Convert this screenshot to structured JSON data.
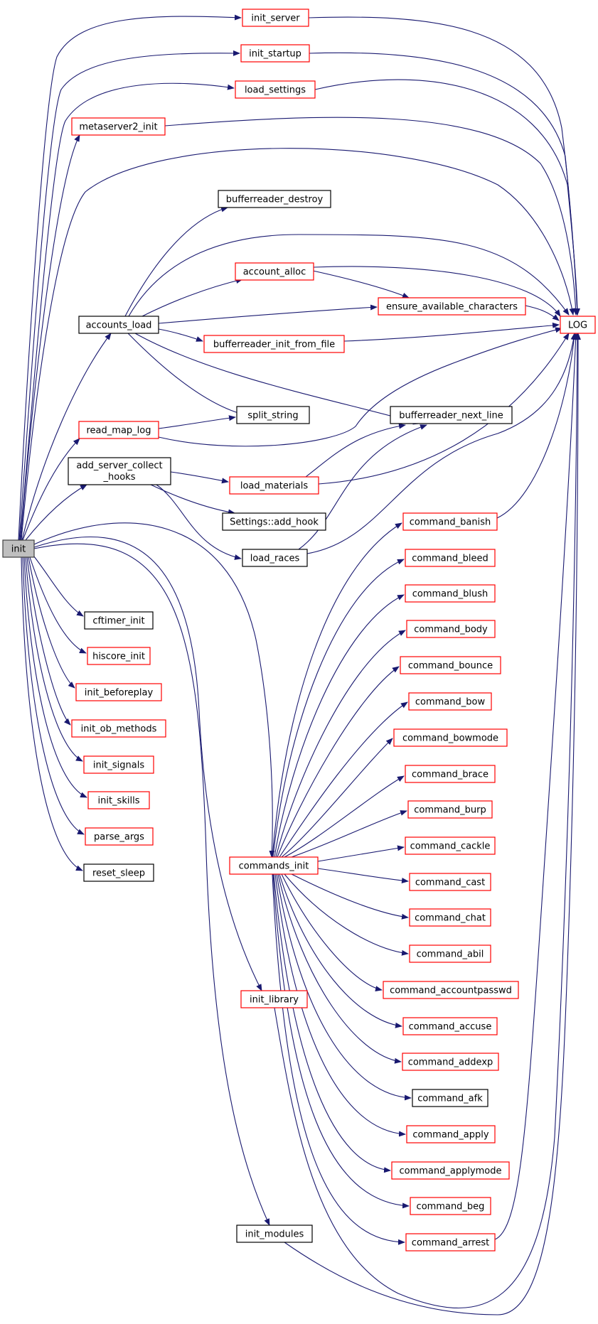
{
  "colors": {
    "edge": "#191970",
    "focus_border": "#404040",
    "focus_fill": "#bfbfbf",
    "documented_border": "#ff0000",
    "undocumented_border": "#000000",
    "node_fill": "#ffffff"
  },
  "nodes": [
    {
      "id": "init",
      "label": "init",
      "kind": "focus"
    },
    {
      "id": "init_server",
      "label": "init_server",
      "kind": "red"
    },
    {
      "id": "init_startup",
      "label": "init_startup",
      "kind": "red"
    },
    {
      "id": "load_settings",
      "label": "load_settings",
      "kind": "red"
    },
    {
      "id": "metaserver2_init",
      "label": "metaserver2_init",
      "kind": "red"
    },
    {
      "id": "bufferreader_destroy",
      "label": "bufferreader_destroy",
      "kind": "black"
    },
    {
      "id": "account_alloc",
      "label": "account_alloc",
      "kind": "red"
    },
    {
      "id": "ensure_available_characters",
      "label": "ensure_available_characters",
      "kind": "red"
    },
    {
      "id": "accounts_load",
      "label": "accounts_load",
      "kind": "black"
    },
    {
      "id": "LOG",
      "label": "LOG",
      "kind": "red"
    },
    {
      "id": "bufferreader_init_from_file",
      "label": "bufferreader_init_from_file",
      "kind": "red"
    },
    {
      "id": "split_string",
      "label": "split_string",
      "kind": "black"
    },
    {
      "id": "read_map_log",
      "label": "read_map_log",
      "kind": "red"
    },
    {
      "id": "bufferreader_next_line",
      "label": "bufferreader_next_line",
      "kind": "black"
    },
    {
      "id": "add_server_collect_hooks",
      "label": "add_server_collect",
      "label2": "_hooks",
      "kind": "black"
    },
    {
      "id": "load_materials",
      "label": "load_materials",
      "kind": "red"
    },
    {
      "id": "settings_add_hook",
      "label": "Settings::add_hook",
      "kind": "black"
    },
    {
      "id": "command_banish",
      "label": "command_banish",
      "kind": "red"
    },
    {
      "id": "load_races",
      "label": "load_races",
      "kind": "black"
    },
    {
      "id": "command_bleed",
      "label": "command_bleed",
      "kind": "red"
    },
    {
      "id": "command_blush",
      "label": "command_blush",
      "kind": "red"
    },
    {
      "id": "cftimer_init",
      "label": "cftimer_init",
      "kind": "black"
    },
    {
      "id": "command_body",
      "label": "command_body",
      "kind": "red"
    },
    {
      "id": "hiscore_init",
      "label": "hiscore_init",
      "kind": "red"
    },
    {
      "id": "command_bounce",
      "label": "command_bounce",
      "kind": "red"
    },
    {
      "id": "init_beforeplay",
      "label": "init_beforeplay",
      "kind": "red"
    },
    {
      "id": "command_bow",
      "label": "command_bow",
      "kind": "red"
    },
    {
      "id": "init_ob_methods",
      "label": "init_ob_methods",
      "kind": "red"
    },
    {
      "id": "command_bowmode",
      "label": "command_bowmode",
      "kind": "red"
    },
    {
      "id": "init_signals",
      "label": "init_signals",
      "kind": "red"
    },
    {
      "id": "command_brace",
      "label": "command_brace",
      "kind": "red"
    },
    {
      "id": "init_skills",
      "label": "init_skills",
      "kind": "red"
    },
    {
      "id": "command_burp",
      "label": "command_burp",
      "kind": "red"
    },
    {
      "id": "parse_args",
      "label": "parse_args",
      "kind": "red"
    },
    {
      "id": "command_cackle",
      "label": "command_cackle",
      "kind": "red"
    },
    {
      "id": "reset_sleep",
      "label": "reset_sleep",
      "kind": "black"
    },
    {
      "id": "commands_init",
      "label": "commands_init",
      "kind": "red"
    },
    {
      "id": "command_cast",
      "label": "command_cast",
      "kind": "red"
    },
    {
      "id": "command_chat",
      "label": "command_chat",
      "kind": "red"
    },
    {
      "id": "command_abil",
      "label": "command_abil",
      "kind": "red"
    },
    {
      "id": "command_accountpasswd",
      "label": "command_accountpasswd",
      "kind": "red"
    },
    {
      "id": "init_library",
      "label": "init_library",
      "kind": "red"
    },
    {
      "id": "command_accuse",
      "label": "command_accuse",
      "kind": "red"
    },
    {
      "id": "command_addexp",
      "label": "command_addexp",
      "kind": "red"
    },
    {
      "id": "command_afk",
      "label": "command_afk",
      "kind": "black"
    },
    {
      "id": "command_apply",
      "label": "command_apply",
      "kind": "red"
    },
    {
      "id": "command_applymode",
      "label": "command_applymode",
      "kind": "red"
    },
    {
      "id": "command_beg",
      "label": "command_beg",
      "kind": "red"
    },
    {
      "id": "init_modules",
      "label": "init_modules",
      "kind": "black"
    },
    {
      "id": "command_arrest",
      "label": "command_arrest",
      "kind": "red"
    }
  ]
}
